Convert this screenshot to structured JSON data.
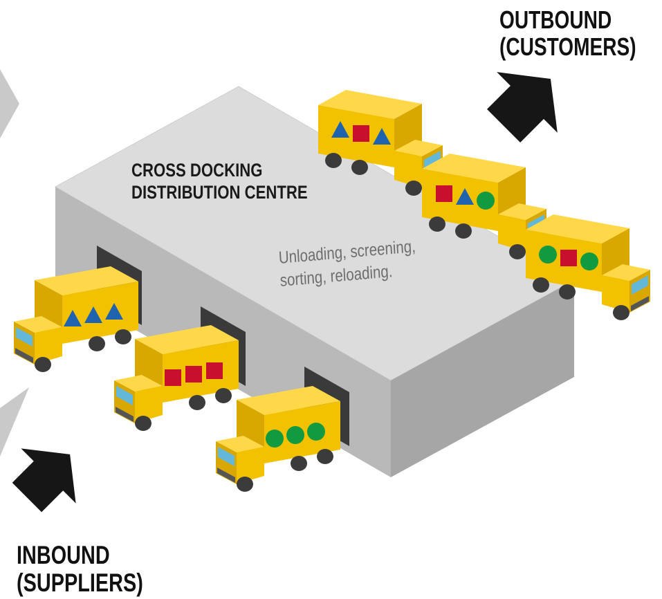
{
  "outbound": {
    "line1": "OUTBOUND",
    "line2": "(CUSTOMERS)"
  },
  "inbound": {
    "line1": "INBOUND",
    "line2": "(SUPPLIERS)"
  },
  "building": {
    "title_line1": "CROSS DOCKING",
    "title_line2": "DISTRIBUTION CENTRE",
    "process_line1": "Unloading, screening,",
    "process_line2": "sorting, reloading."
  },
  "colors": {
    "truck_yellow": "#f2c200",
    "building_top": "#dedede",
    "building_front": "#b5b5b5",
    "triangle_blue": "#1f63ae",
    "square_red": "#c8102e",
    "circle_green": "#119a3f",
    "arrow": "#161616"
  },
  "trucks": {
    "inbound": [
      {
        "cargo": [
          "triangle",
          "triangle",
          "triangle"
        ]
      },
      {
        "cargo": [
          "square",
          "square",
          "square"
        ]
      },
      {
        "cargo": [
          "circle",
          "circle",
          "circle"
        ]
      }
    ],
    "outbound": [
      {
        "cargo": [
          "triangle",
          "square",
          "triangle"
        ]
      },
      {
        "cargo": [
          "square",
          "triangle",
          "circle"
        ]
      },
      {
        "cargo": [
          "circle",
          "square",
          "circle"
        ]
      }
    ]
  }
}
